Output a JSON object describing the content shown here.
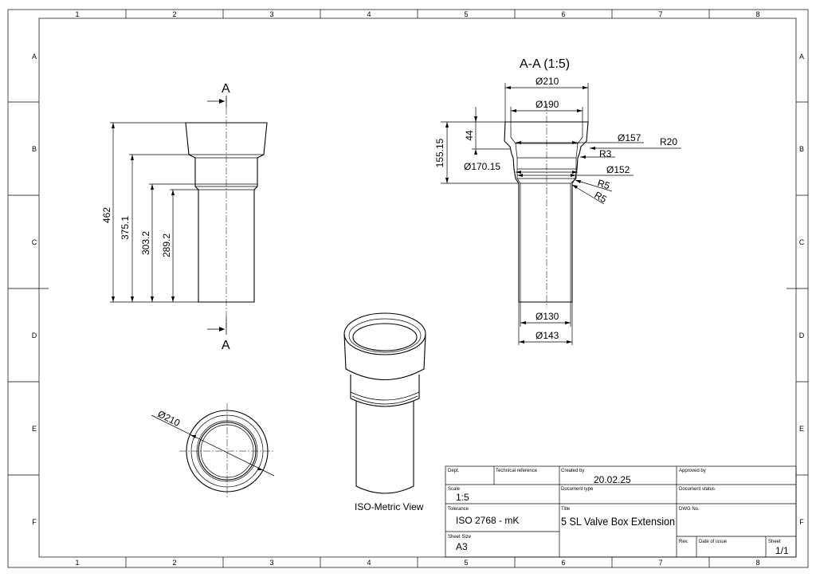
{
  "border": {
    "columns": [
      "1",
      "2",
      "3",
      "4",
      "5",
      "6",
      "7",
      "8"
    ],
    "rows": [
      "A",
      "B",
      "C",
      "D",
      "E",
      "F"
    ]
  },
  "front_view": {
    "dims": [
      "462",
      "375.1",
      "303.2",
      "289.2"
    ],
    "section_marker": "A"
  },
  "section_view": {
    "title": "A-A (1:5)",
    "dims": {
      "d210": "Ø210",
      "d190": "Ø190",
      "d157": "Ø157",
      "r20": "R20",
      "r3": "R3",
      "d170": "Ø170.15",
      "d152": "Ø152",
      "r5a": "R5",
      "r5b": "R5",
      "h44": "44",
      "h155": "155.15",
      "d130": "Ø130",
      "d143": "Ø143"
    }
  },
  "top_view": {
    "dim": "Ø210"
  },
  "iso_view": {
    "label": "ISO-Metric View"
  },
  "title_block": {
    "dept_label": "Dept.",
    "techref_label": "Technical reference",
    "created_by_label": "Created by",
    "created_by_value": "20.02.25",
    "approved_by_label": "Approved by",
    "scale_label": "Scale",
    "scale_value": "1:5",
    "doctype_label": "Document type",
    "docstatus_label": "Document status",
    "tolerance_label": "Tolerance",
    "tolerance_value": "ISO 2768 - mK",
    "title_label": "Title",
    "title_value": "5 SL Valve Box Extension",
    "dwg_label": "DWG No.",
    "sheetsize_label": "Sheet Size",
    "sheetsize_value": "A3",
    "rev_label": "Rev.",
    "issue_label": "Date of issue",
    "sheet_label": "Sheet",
    "sheet_value": "1/1"
  }
}
